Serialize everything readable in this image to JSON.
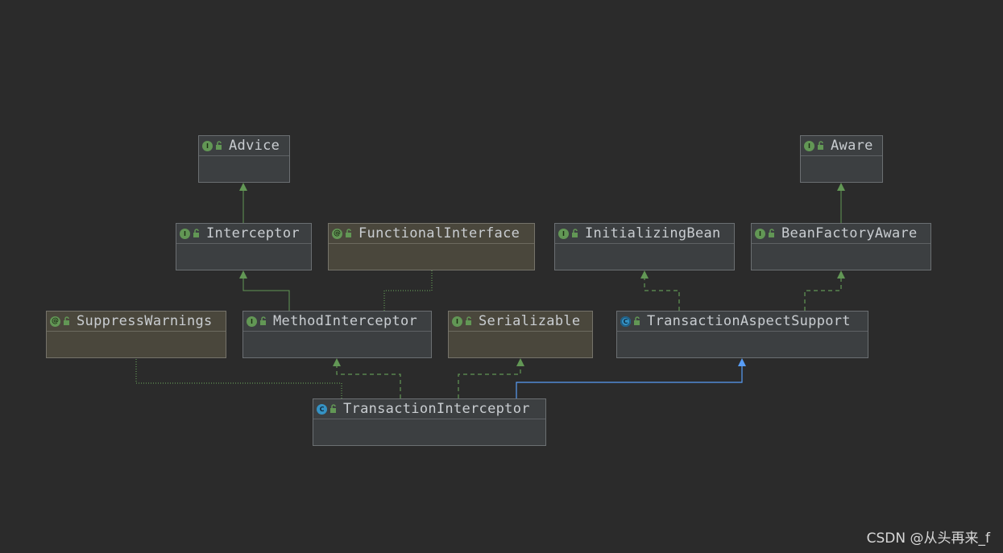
{
  "nodes": [
    {
      "id": "advice",
      "name": "Advice",
      "kind": "interface"
    },
    {
      "id": "aware",
      "name": "Aware",
      "kind": "interface"
    },
    {
      "id": "interceptor",
      "name": "Interceptor",
      "kind": "interface"
    },
    {
      "id": "functional_interface",
      "name": "FunctionalInterface",
      "kind": "annotation"
    },
    {
      "id": "initializing_bean",
      "name": "InitializingBean",
      "kind": "interface"
    },
    {
      "id": "bean_factory_aware",
      "name": "BeanFactoryAware",
      "kind": "interface"
    },
    {
      "id": "suppress_warnings",
      "name": "SuppressWarnings",
      "kind": "annotation"
    },
    {
      "id": "method_interceptor",
      "name": "MethodInterceptor",
      "kind": "interface"
    },
    {
      "id": "serializable",
      "name": "Serializable",
      "kind": "interface"
    },
    {
      "id": "transaction_aspect_support",
      "name": "TransactionAspectSupport",
      "kind": "abstract-class"
    },
    {
      "id": "transaction_interceptor",
      "name": "TransactionInterceptor",
      "kind": "class"
    }
  ],
  "edges": [
    {
      "from": "interceptor",
      "to": "advice",
      "type": "extends-interface"
    },
    {
      "from": "method_interceptor",
      "to": "interceptor",
      "type": "extends-interface"
    },
    {
      "from": "method_interceptor",
      "to": "functional_interface",
      "type": "annotated-with"
    },
    {
      "from": "bean_factory_aware",
      "to": "aware",
      "type": "extends-interface"
    },
    {
      "from": "transaction_aspect_support",
      "to": "initializing_bean",
      "type": "implements"
    },
    {
      "from": "transaction_aspect_support",
      "to": "bean_factory_aware",
      "type": "implements"
    },
    {
      "from": "transaction_interceptor",
      "to": "method_interceptor",
      "type": "implements"
    },
    {
      "from": "transaction_interceptor",
      "to": "serializable",
      "type": "implements"
    },
    {
      "from": "transaction_interceptor",
      "to": "transaction_aspect_support",
      "type": "extends-class"
    },
    {
      "from": "transaction_interceptor",
      "to": "suppress_warnings",
      "type": "annotated-with"
    }
  ],
  "colors": {
    "background": "#2b2b2b",
    "interface_edge": "#629755",
    "class_edge": "#589df6",
    "annotation_edge": "#629755"
  },
  "watermark": "CSDN @从头再来_f"
}
